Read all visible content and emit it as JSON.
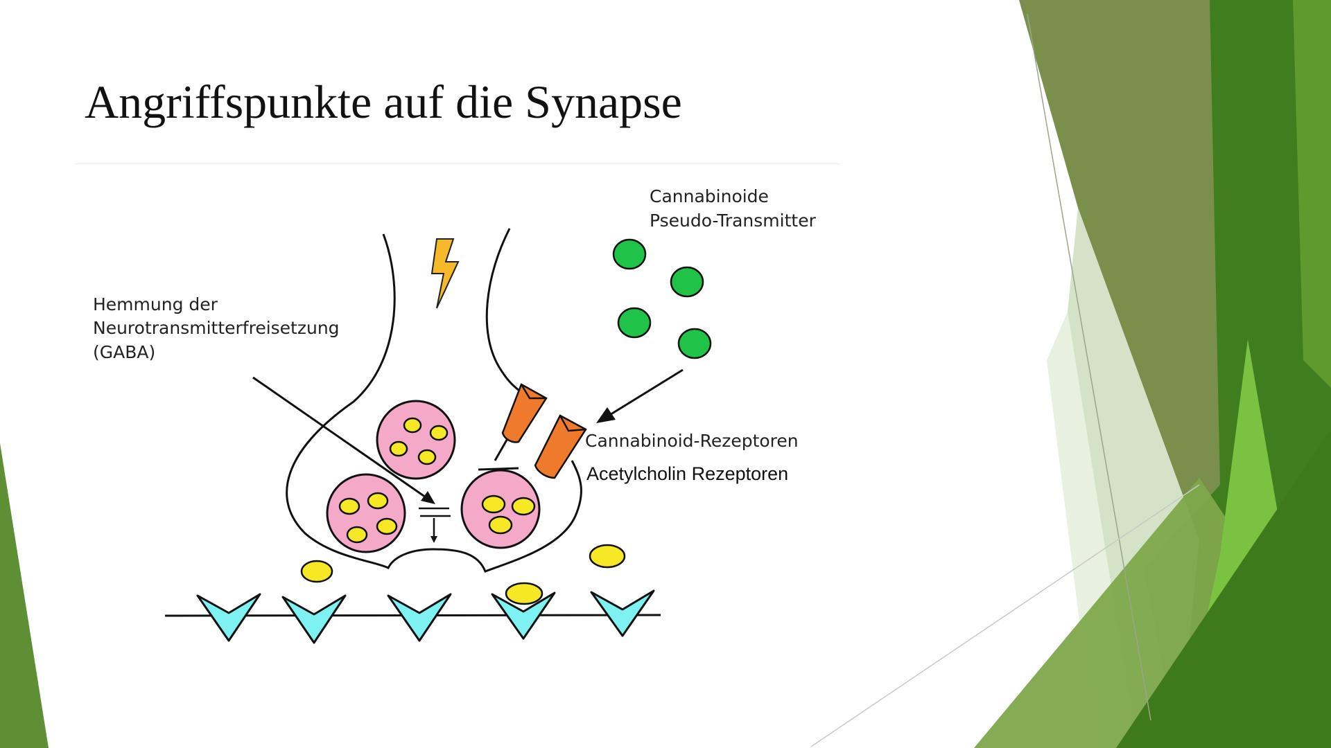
{
  "slide": {
    "title": "Angriffspunkte auf die Synapse",
    "colors": {
      "green_dark": "#3f7d1e",
      "green_mid": "#6c9a3c",
      "green_olive": "#7a8f4c",
      "green_bright": "#7cc242",
      "cannabinoid_green": "#1ec347",
      "receptor_orange": "#f07a2b",
      "vesicle_pink": "#f5a9c8",
      "transmitter_yellow": "#f7e825",
      "postsynaptic_cyan": "#7ef2f2",
      "lightning_yellow": "#f6b92b"
    }
  },
  "diagram": {
    "label_cannabinoide": [
      "Cannabinoide",
      "Pseudo-Transmitter"
    ],
    "label_hemmung": [
      "Hemmung der",
      "Neurotransmitterfreisetzung",
      "(GABA)"
    ],
    "label_cb_receptors": "Cannabinoid-Rezeptoren",
    "label_ach_receptors": "Acetylcholin Rezeptoren",
    "icons": [
      "lightning-icon"
    ]
  }
}
